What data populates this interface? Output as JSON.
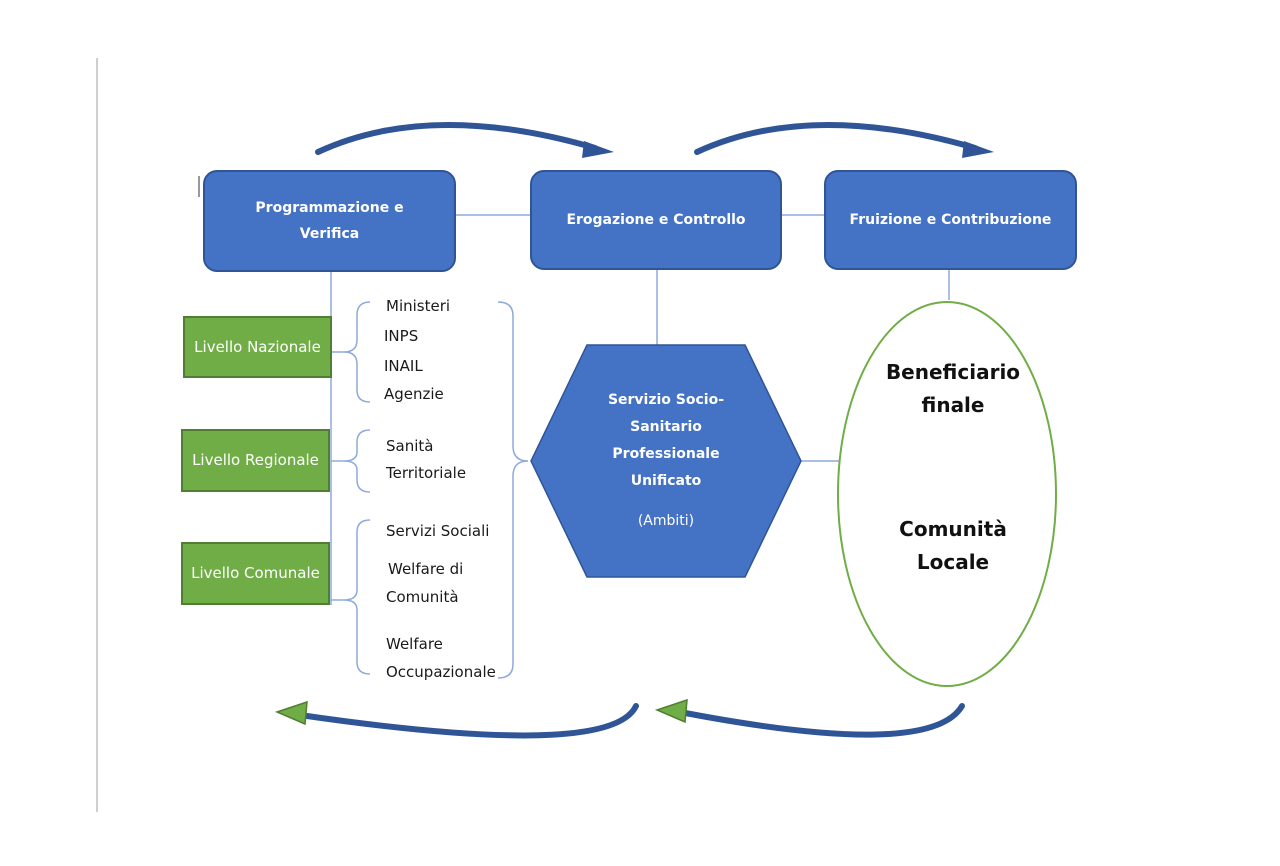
{
  "top_boxes": {
    "programmazione": "Programmazione e Verifica",
    "erogazione": "Erogazione e Controllo",
    "fruizione": "Fruizione e Contribuzione"
  },
  "levels": {
    "nazionale": "Livello Nazionale",
    "regionale": "Livello Regionale",
    "comunale": "Livello Comunale"
  },
  "national_items": [
    "Ministeri",
    "INPS",
    "INAIL",
    "Agenzie"
  ],
  "regional_items": [
    "Sanità",
    "Territoriale"
  ],
  "communal_items": [
    "Servizi Sociali",
    "Welfare di",
    "Comunità",
    "Welfare",
    "Occupazionale"
  ],
  "hexagon": {
    "title": "Servizio Socio-Sanitario Professionale Unificato",
    "subtitle": "(Ambiti)"
  },
  "ellipse": {
    "top": "Beneficiario finale",
    "bottom": "Comunità Locale"
  },
  "colors": {
    "box_fill": "#4472c4",
    "box_border": "#2f5597",
    "level_fill": "#70ad47",
    "ellipse_stroke": "#70ad47",
    "connector": "#8eaadb"
  }
}
